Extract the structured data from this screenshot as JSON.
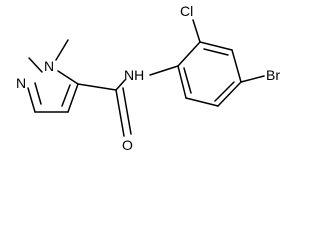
{
  "atoms": {
    "n_ring_1": "N",
    "n_ring_2": "N",
    "n_amide": "NH",
    "o_carbonyl": "O",
    "chlorine": "Cl",
    "bromine": "Br"
  }
}
